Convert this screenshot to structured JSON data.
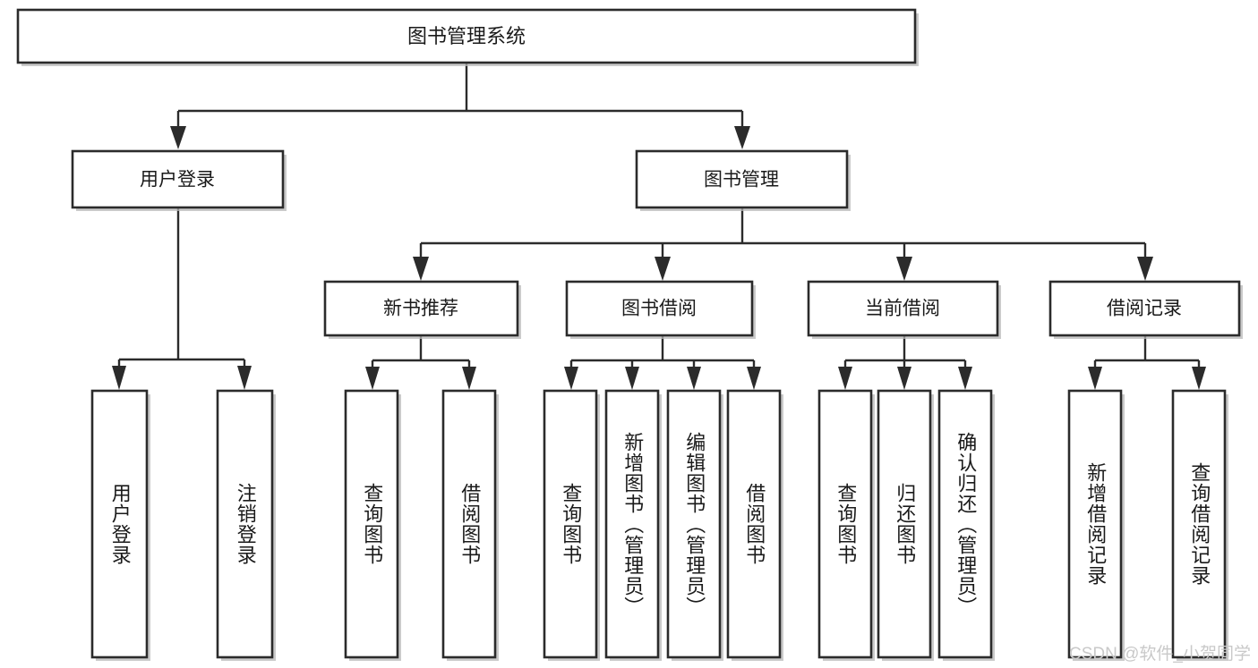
{
  "diagram": {
    "type": "tree-hierarchy",
    "title": "图书管理系统",
    "orientation": "top-down",
    "colors": {
      "box_stroke": "#2b2b2b",
      "box_fill": "#ffffff",
      "connector": "#2b2b2b",
      "text": "#1a1a1a",
      "watermark": "#c9c9c9",
      "background": "#ffffff"
    },
    "root": {
      "label": "图书管理系统"
    },
    "level2": [
      {
        "label": "用户登录"
      },
      {
        "label": "图书管理"
      }
    ],
    "level3": [
      {
        "label": "新书推荐"
      },
      {
        "label": "图书借阅"
      },
      {
        "label": "当前借阅"
      },
      {
        "label": "借阅记录"
      }
    ],
    "leaves": {
      "user_login": [
        {
          "label": "用户登录"
        },
        {
          "label": "注销登录"
        }
      ],
      "new_book_recommend": [
        {
          "label": "查询图书"
        },
        {
          "label": "借阅图书"
        }
      ],
      "book_borrow": [
        {
          "label": "查询图书"
        },
        {
          "label": "新增图书（管理员）"
        },
        {
          "label": "编辑图书（管理员）"
        },
        {
          "label": "借阅图书"
        }
      ],
      "current_borrow": [
        {
          "label": "查询图书"
        },
        {
          "label": "归还图书"
        },
        {
          "label": "确认归还（管理员）"
        }
      ],
      "borrow_record": [
        {
          "label": "新增借阅记录"
        },
        {
          "label": "查询借阅记录"
        }
      ]
    }
  },
  "watermark": {
    "text": "CSDN @软件_小贺同学"
  }
}
